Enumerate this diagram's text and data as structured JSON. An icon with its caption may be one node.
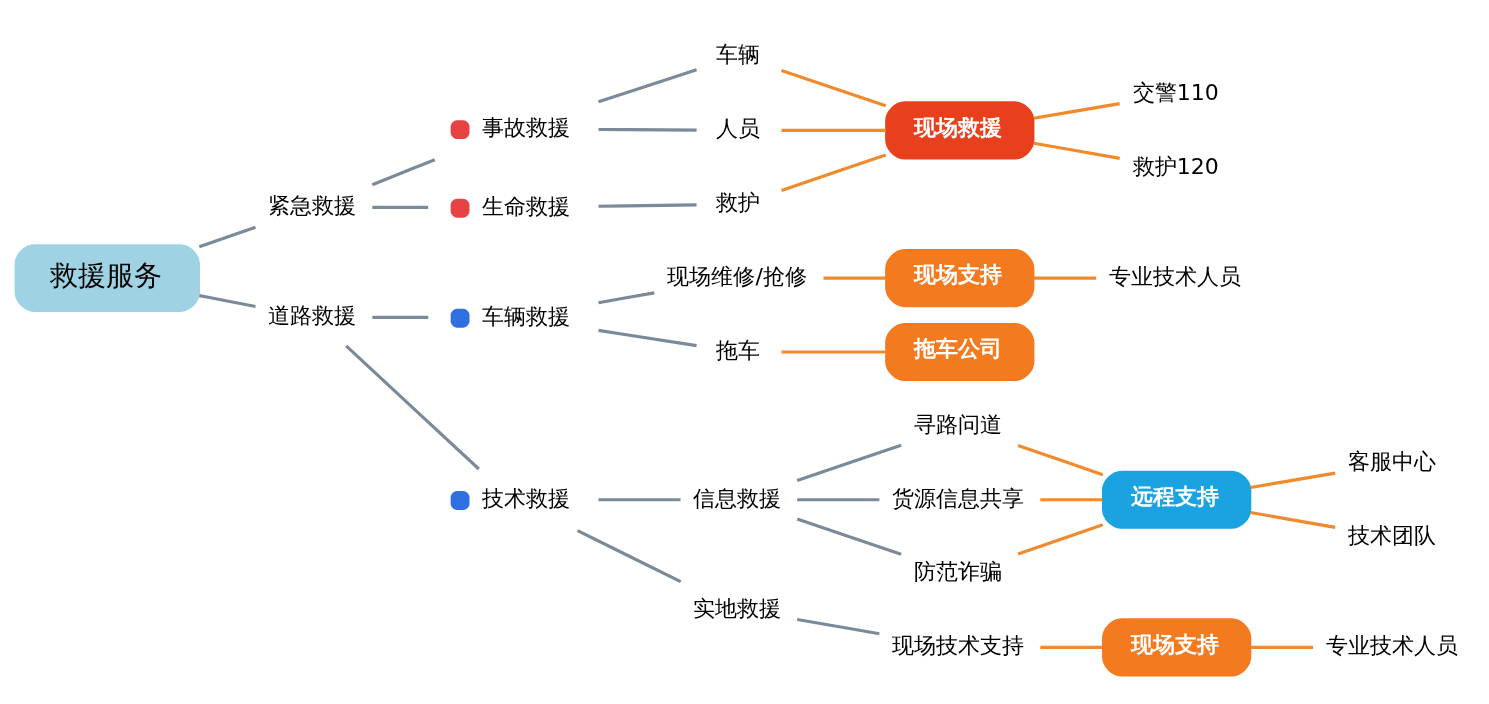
{
  "diagram": {
    "nodes": [
      {
        "text": [
          "救援服务"
        ]
      },
      {
        "text": [
          "紧急救援"
        ]
      },
      {
        "text": [
          "事故救援"
        ]
      },
      {
        "text": [
          "车辆"
        ]
      },
      {
        "text": [
          "人员"
        ]
      },
      {
        "text": [
          "生命救援"
        ]
      },
      {
        "text": [
          "救护"
        ]
      },
      {
        "text": [
          "现场救援"
        ]
      },
      {
        "text": [
          "交警110"
        ]
      },
      {
        "text": [
          "救护120"
        ]
      },
      {
        "text": [
          "道路救援"
        ]
      },
      {
        "text": [
          "车辆救援"
        ]
      },
      {
        "text": [
          "现场维修/抢修"
        ]
      },
      {
        "text": [
          "现场支持"
        ]
      },
      {
        "text": [
          "专业技术人员"
        ]
      },
      {
        "text": [
          "拖车"
        ]
      },
      {
        "text": [
          "拖车公司"
        ]
      },
      {
        "text": [
          "技术救援"
        ]
      },
      {
        "text": [
          "信息救援"
        ]
      },
      {
        "text": [
          "寻路问道"
        ]
      },
      {
        "text": [
          "货源信息共享"
        ]
      },
      {
        "text": [
          "防范诈骗"
        ]
      },
      {
        "text": [
          "远程支持"
        ]
      },
      {
        "text": [
          "客服中心"
        ]
      },
      {
        "text": [
          "技术团队"
        ]
      },
      {
        "text": [
          "实地救援"
        ]
      },
      {
        "text": [
          "现场技术支持"
        ]
      },
      {
        "text": [
          "现场支持"
        ]
      },
      {
        "text": [
          "专业技术人员"
        ]
      }
    ],
    "edges": [
      {
        "from": 0,
        "to": 1,
        "arrow": "none"
      },
      {
        "from": 1,
        "to": 2,
        "arrow": "none"
      },
      {
        "from": 2,
        "to": 3,
        "arrow": "none"
      },
      {
        "from": 2,
        "to": 4,
        "arrow": "none"
      },
      {
        "from": 1,
        "to": 5,
        "arrow": "none"
      },
      {
        "from": 5,
        "to": 6,
        "arrow": "none"
      },
      {
        "from": 3,
        "to": 7,
        "arrow": "none",
        "color": "#f08a2c"
      },
      {
        "from": 4,
        "to": 7,
        "arrow": "none",
        "color": "#f08a2c"
      },
      {
        "from": 6,
        "to": 7,
        "arrow": "none",
        "color": "#f08a2c"
      },
      {
        "from": 7,
        "to": 8,
        "arrow": "none",
        "color": "#f08a2c"
      },
      {
        "from": 7,
        "to": 9,
        "arrow": "none",
        "color": "#f08a2c"
      },
      {
        "from": 0,
        "to": 10,
        "arrow": "none"
      },
      {
        "from": 10,
        "to": 11,
        "arrow": "none"
      },
      {
        "from": 11,
        "to": 12,
        "arrow": "none"
      },
      {
        "from": 12,
        "to": 13,
        "arrow": "none",
        "color": "#f08a2c"
      },
      {
        "from": 13,
        "to": 14,
        "arrow": "none",
        "color": "#f08a2c"
      },
      {
        "from": 11,
        "to": 15,
        "arrow": "none"
      },
      {
        "from": 15,
        "to": 16,
        "arrow": "none",
        "color": "#f08a2c"
      },
      {
        "from": 10,
        "to": 17,
        "arrow": "none"
      },
      {
        "from": 17,
        "to": 18,
        "arrow": "none"
      },
      {
        "from": 18,
        "to": 19,
        "arrow": "none"
      },
      {
        "from": 18,
        "to": 20,
        "arrow": "none"
      },
      {
        "from": 18,
        "to": 21,
        "arrow": "none"
      },
      {
        "from": 19,
        "to": 22,
        "arrow": "none",
        "color": "#f08a2c"
      },
      {
        "from": 20,
        "to": 22,
        "arrow": "none",
        "color": "#f08a2c"
      },
      {
        "from": 21,
        "to": 22,
        "arrow": "none",
        "color": "#f08a2c"
      },
      {
        "from": 22,
        "to": 23,
        "arrow": "none",
        "color": "#f08a2c"
      },
      {
        "from": 22,
        "to": 24,
        "arrow": "none",
        "color": "#f08a2c"
      },
      {
        "from": 17,
        "to": 25,
        "arrow": "none"
      },
      {
        "from": 25,
        "to": 26,
        "arrow": "none"
      },
      {
        "from": 26,
        "to": 27,
        "arrow": "none",
        "color": "#f08a2c"
      },
      {
        "from": 27,
        "to": 28,
        "arrow": "none",
        "color": "#f08a2c"
      }
    ]
  }
}
